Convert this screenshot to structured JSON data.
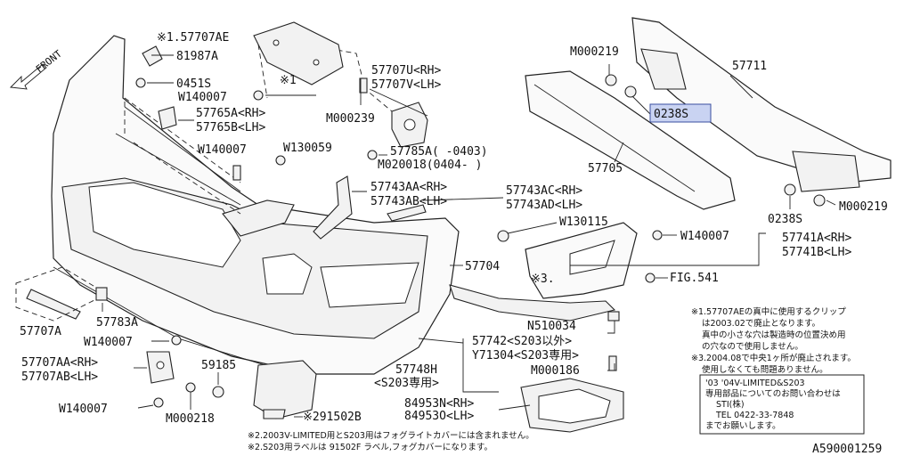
{
  "front_label": "FRONT",
  "highlight_color": "#c9d3f2",
  "labels": {
    "p57707ae": "※1.57707AE",
    "p81987a": "81987A",
    "ref1": "※1",
    "p0451s": "0451S",
    "w140007_a": "W140007",
    "p57707u": "57707U<RH>",
    "p57707v": "57707V<LH>",
    "m000239": "M000239",
    "p57765a": "57765A<RH>",
    "p57765b": "57765B<LH>",
    "w140007_b": "W140007",
    "w130059": "W130059",
    "p57785a": "57785A(    -0403)",
    "m020018": "M020018(0404-    )",
    "m000219_top": "M000219",
    "p57711": "57711",
    "p0238s_hl": "0238S",
    "p57705": "57705",
    "p0238s_b": "0238S",
    "m000219_r": "M000219",
    "p57743aa": "57743AA<RH>",
    "p57743ab": "57743AB<LH>",
    "p57743ac": "57743AC<RH>",
    "p57743ad": "57743AD<LH>",
    "w130115": "W130115",
    "w140007_c": "W140007",
    "p57741a": "57741A<RH>",
    "p57741b": "57741B<LH>",
    "p57704": "57704",
    "ref3": "※3.",
    "fig541": "FIG.541",
    "n510034": "N510034",
    "p57707a": "57707A",
    "p57783a": "57783A",
    "w140007_d": "W140007",
    "p57742": "57742<S203以外>",
    "y71304": "Y71304<S203専用>",
    "p57748h": "57748H",
    "s203only": "<S203専用>",
    "m000186": "M000186",
    "p59185": "59185",
    "p57707aa": "57707AA<RH>",
    "p57707ab": "57707AB<LH>",
    "w140007_e": "W140007",
    "m000218": "M000218",
    "p84953n": "84953N<RH>",
    "p84953o": "84953O<LH>",
    "p291502b": "※291502B"
  },
  "notes_right": [
    "※1.57707AEの真中に使用するクリップ",
    "は2003.02で廃止となります。",
    "真中の小さな穴は製造時の位置決め用",
    "の穴なので使用しません。",
    "※3.2004.08で中央1ヶ所が廃止されます。",
    "使用しなくても問題ありません。"
  ],
  "box_notes": [
    "'03 '04V-LIMITED&S203",
    "専用部品についてのお問い合わせは",
    "STI(株)",
    "TEL 0422-33-7848",
    "までお願いします。"
  ],
  "notes_bottom": [
    "※2.2003V-LIMITED用とS203用はフォグライトカバーには含まれません。",
    "※2.S203用ラベルは 91502F ラベル,フォグカバーになります。"
  ],
  "diagram_id": "A590001259"
}
